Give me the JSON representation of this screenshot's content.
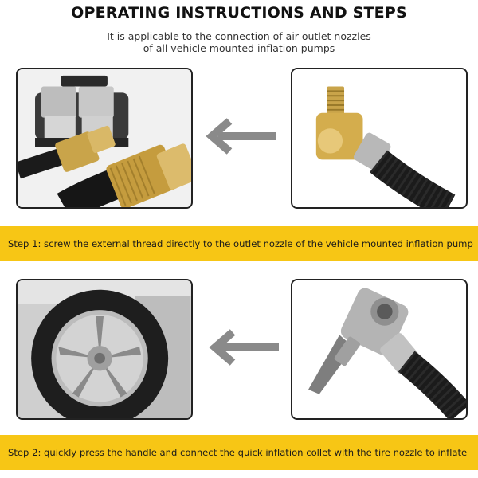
{
  "header": {
    "title": "OPERATING INSTRUCTIONS AND STEPS",
    "subtitle_line1": "It is applicable to the connection of air outlet nozzles",
    "subtitle_line2": "of all vehicle mounted inflation pumps"
  },
  "steps": [
    {
      "text": "Step 1: screw the external thread directly to the outlet nozzle of the vehicle mounted inflation pump"
    },
    {
      "text": "Step 2: quickly press the handle and connect the quick inflation collet with the tire nozzle to inflate"
    }
  ],
  "colors": {
    "band": "#f7c615",
    "arrow": "#8a8a8a",
    "brass": "#c9a44a",
    "hose": "#1b1b1b"
  }
}
